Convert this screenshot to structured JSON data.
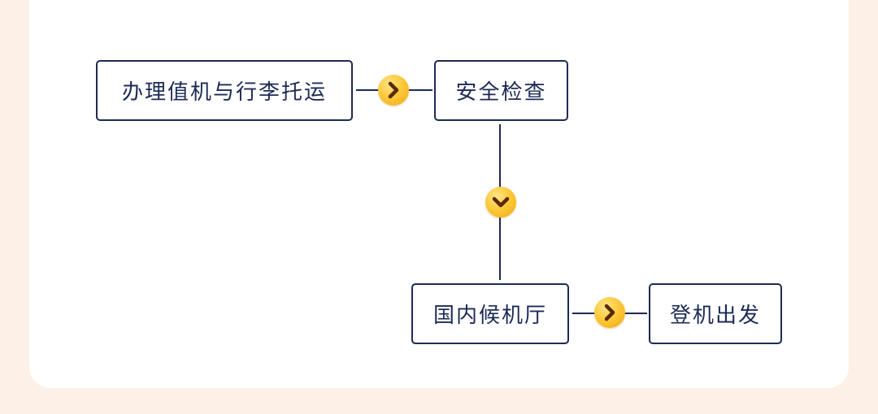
{
  "flow": {
    "steps": [
      {
        "label": "办理值机与行李托运"
      },
      {
        "label": "安全检查"
      },
      {
        "label": "国内候机厅"
      },
      {
        "label": "登机出发"
      }
    ]
  },
  "colors": {
    "background": "#fdf0e6",
    "card": "#ffffff",
    "box_border": "#1c2a55",
    "text": "#1c2a55",
    "connector_circle": "#fcc93a",
    "chevron": "#5a2a06"
  },
  "icons": {
    "connector_right": "chevron-right-icon",
    "connector_down": "chevron-down-icon"
  }
}
